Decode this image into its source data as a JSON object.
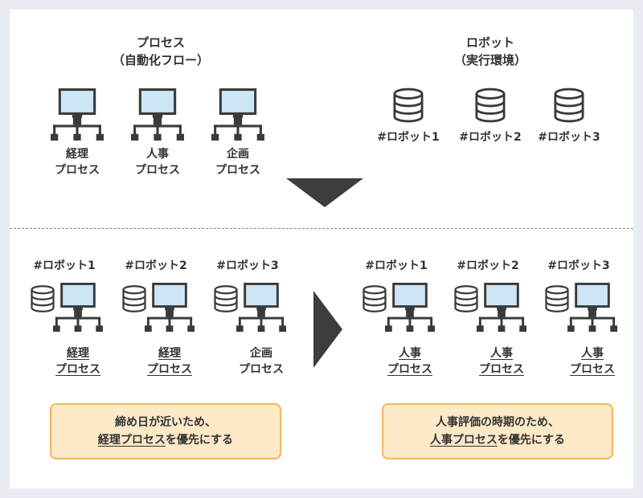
{
  "top": {
    "process_heading": {
      "line1": "プロセス",
      "line2": "（自動化フロー）"
    },
    "robot_heading": {
      "line1": "ロボット",
      "line2": "（実行環境）"
    },
    "processes": [
      {
        "line1": "経理",
        "line2": "プロセス"
      },
      {
        "line1": "人事",
        "line2": "プロセス"
      },
      {
        "line1": "企画",
        "line2": "プロセス"
      }
    ],
    "robots": [
      "#ロボット1",
      "#ロボット2",
      "#ロボット3"
    ]
  },
  "bottom_left": {
    "robots": [
      {
        "robot": "#ロボット1",
        "line1": "経理",
        "line2": "プロセス"
      },
      {
        "robot": "#ロボット2",
        "line1": "経理",
        "line2": "プロセス"
      },
      {
        "robot": "#ロボット3",
        "line1": "企画",
        "line2": "プロセス"
      }
    ],
    "note": {
      "line1": "締め日が近いため、",
      "line2_emph": "経理プロセス",
      "line2_rest": "を優先にする"
    }
  },
  "bottom_right": {
    "robots": [
      {
        "robot": "#ロボット1",
        "line1": "人事",
        "line2": "プロセス"
      },
      {
        "robot": "#ロボット2",
        "line1": "人事",
        "line2": "プロセス"
      },
      {
        "robot": "#ロボット3",
        "line1": "人事",
        "line2": "プロセス"
      }
    ],
    "note": {
      "line1": "人事評価の時期のため、",
      "line2_emph": "人事プロセス",
      "line2_rest": "を優先にする"
    }
  },
  "colors": {
    "monitor_screen": "#cce6f6",
    "icon_dark": "#3a3a3a",
    "arrow": "#3d3d3d",
    "note_fill": "#fde8c8",
    "note_border": "#f3b75a"
  },
  "icons": {
    "process": "computer-network-icon",
    "robot": "database-icon",
    "arrow_down": "down-arrow-icon",
    "arrow_right": "right-arrow-icon"
  }
}
